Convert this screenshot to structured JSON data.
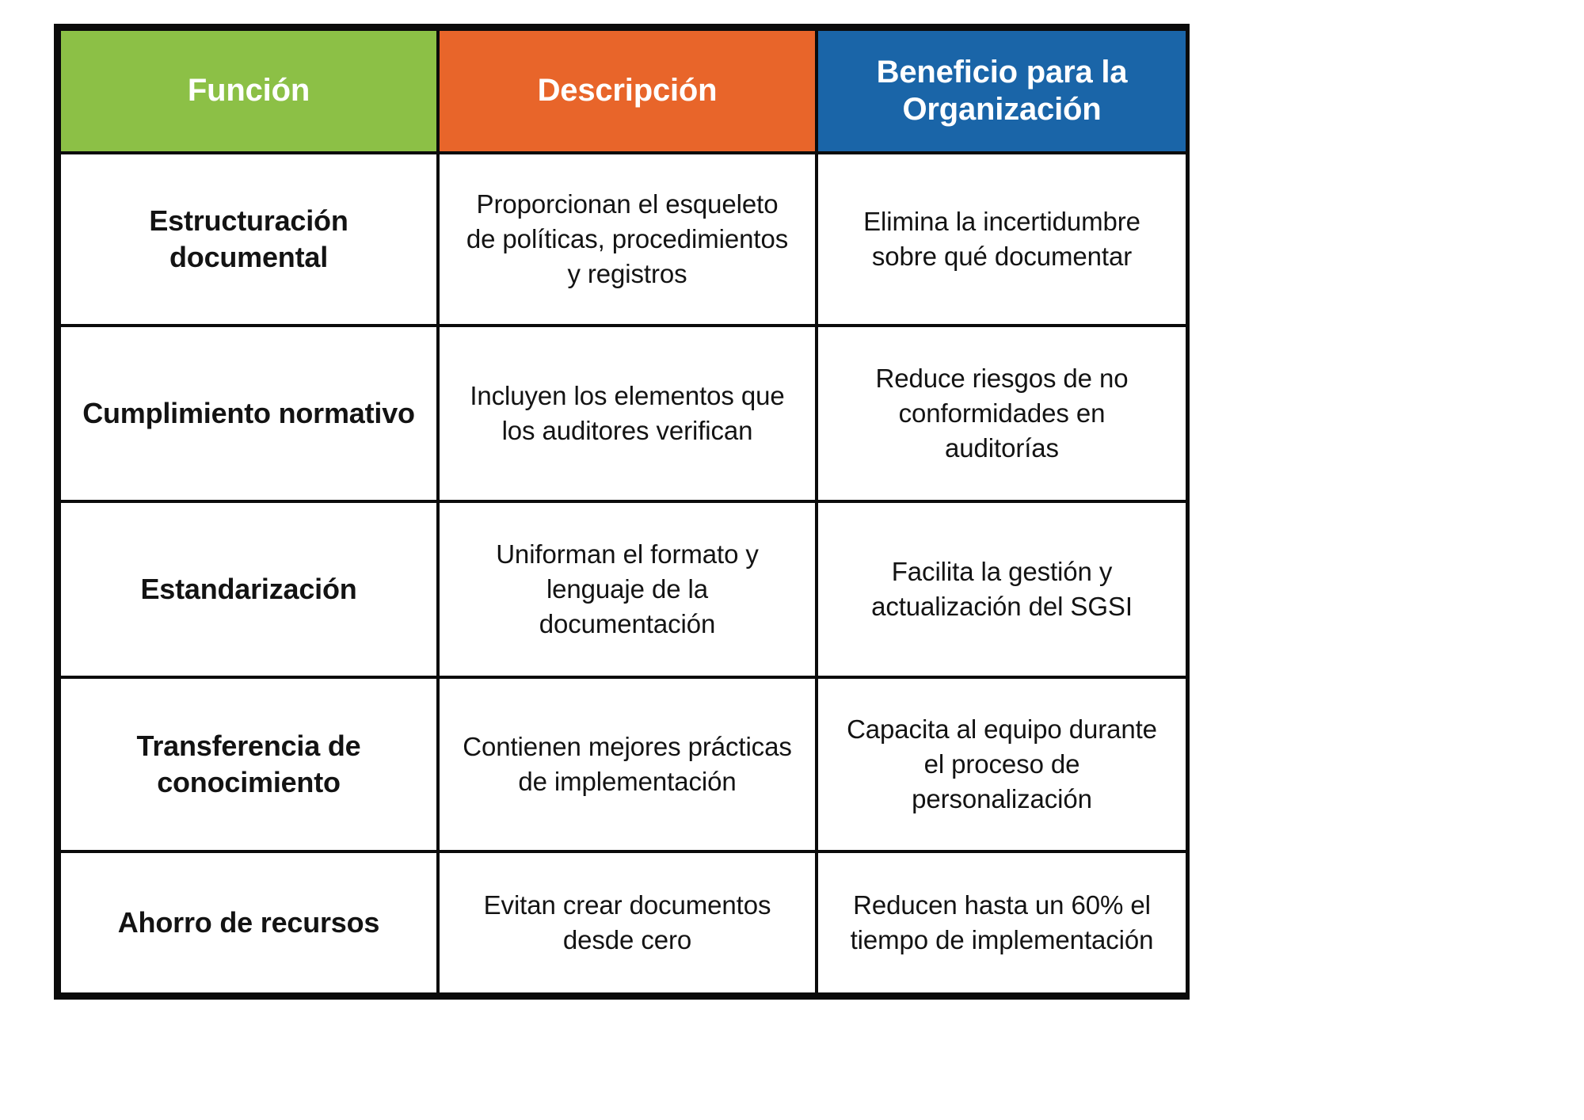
{
  "page": {
    "background_color": "#FFFFFF",
    "border_color": "#0B0B0B",
    "text_color": "#131313"
  },
  "table": {
    "header": {
      "colors": {
        "funcion": "#8CC046",
        "descripcion": "#E8652A",
        "beneficio": "#1A65A8",
        "text": "#FFFFFF"
      },
      "columns": [
        "Función",
        "Descripción",
        "Beneficio para la Organización"
      ]
    },
    "rows": [
      {
        "funcion": "Estructuración documental",
        "descripcion": "Proporcionan el esqueleto de políticas, procedimientos y registros",
        "beneficio": "Elimina la incertidumbre sobre qué documentar"
      },
      {
        "funcion": "Cumplimiento normativo",
        "descripcion": "Incluyen los elementos que los auditores verifican",
        "beneficio": "Reduce riesgos de no conformidades en auditorías"
      },
      {
        "funcion": "Estandarización",
        "descripcion": "Uniforman el formato y lenguaje de la documentación",
        "beneficio": "Facilita la gestión y actualización del SGSI"
      },
      {
        "funcion": "Transferencia de conocimiento",
        "descripcion": "Contienen mejores prácticas de implementación",
        "beneficio": "Capacita al equipo durante el proceso de personalización"
      },
      {
        "funcion": "Ahorro de recursos",
        "descripcion": "Evitan crear documentos desde cero",
        "beneficio": "Reducen hasta un 60% el tiempo de implementación"
      }
    ]
  }
}
